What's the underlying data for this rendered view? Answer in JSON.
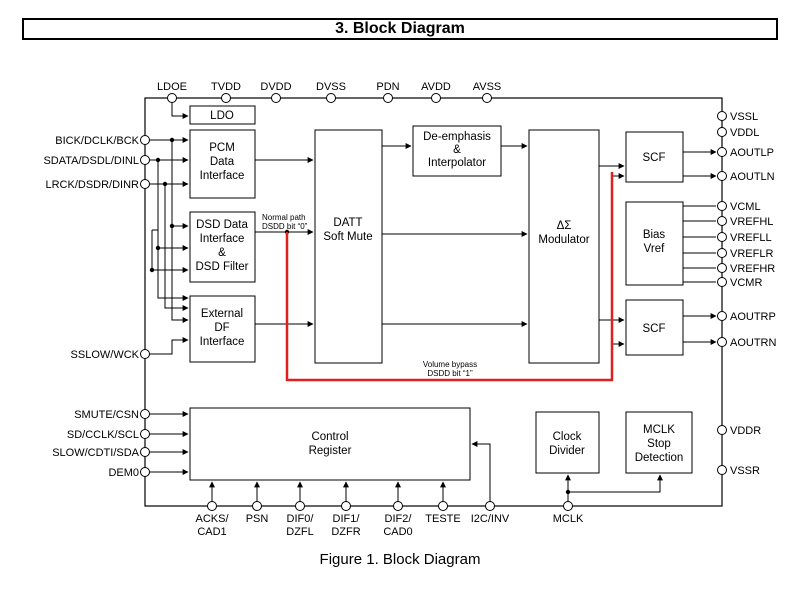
{
  "header": {
    "title": "3. Block Diagram"
  },
  "caption": "Figure 1. Block Diagram",
  "top_pins": [
    "LDOE",
    "TVDD",
    "DVDD",
    "DVSS",
    "PDN",
    "AVDD",
    "AVSS"
  ],
  "left_pins": [
    "BICK/DCLK/BCK",
    "SDATA/DSDL/DINL",
    "LRCK/DSDR/DINR",
    "SSLOW/WCK",
    "SMUTE/CSN",
    "SD/CCLK/SCL",
    "SLOW/CDTI/SDA",
    "DEM0"
  ],
  "right_pins": [
    "VSSL",
    "VDDL",
    "AOUTLP",
    "AOUTLN",
    "VCML",
    "VREFHL",
    "VREFLL",
    "VREFLR",
    "VREFHR",
    "VCMR",
    "AOUTRP",
    "AOUTRN",
    "VDDR",
    "VSSR"
  ],
  "bottom_pins": [
    [
      "ACKS/",
      "CAD1"
    ],
    [
      "PSN",
      ""
    ],
    [
      "DIF0/",
      "DZFL"
    ],
    [
      "DIF1/",
      "DZFR"
    ],
    [
      "DIF2/",
      "CAD0"
    ],
    [
      "TESTE",
      ""
    ],
    [
      "I2C/INV",
      ""
    ],
    [
      "MCLK",
      ""
    ]
  ],
  "blocks": {
    "ldo": [
      "LDO"
    ],
    "pcm": [
      "PCM",
      "Data",
      "Interface"
    ],
    "dsd": [
      "DSD Data",
      "Interface",
      "&",
      "DSD Filter"
    ],
    "extdf": [
      "External",
      "DF",
      "Interface"
    ],
    "datt": [
      "DATT",
      "Soft Mute"
    ],
    "deemph": [
      "De-emphasis",
      "&",
      "Interpolator"
    ],
    "modulator": [
      "ΔΣ",
      "Modulator"
    ],
    "scf_l": [
      "SCF"
    ],
    "bias": [
      "Bias",
      "Vref"
    ],
    "scf_r": [
      "SCF"
    ],
    "control": [
      "Control",
      "Register"
    ],
    "clock": [
      "Clock",
      "Divider"
    ],
    "mclkstop": [
      "MCLK",
      "Stop",
      "Detection"
    ]
  },
  "annotations": {
    "normal_path": [
      "Normal path",
      "DSDD bit “0”"
    ],
    "volume_bypass": [
      "Volume bypass",
      "DSDD bit “1”"
    ]
  },
  "colors": {
    "bypass_line": "#e0201c",
    "line": "#000000"
  }
}
